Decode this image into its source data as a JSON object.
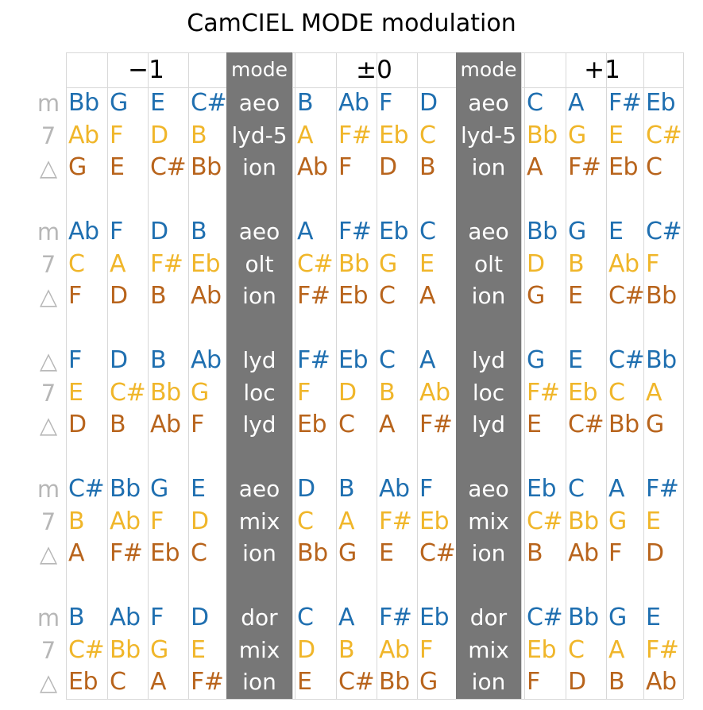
{
  "title": "CamCIEL MODE modulation",
  "headers": {
    "minus": "−1",
    "zero": "±0",
    "plus": "+1",
    "mode": "mode"
  },
  "colors": {
    "m": "#1f6fb0",
    "seven": "#f0b62a",
    "tri": "#b8641c",
    "label": "#b7b7b7",
    "band": "#777777"
  },
  "row_types": [
    "m",
    "seven",
    "tri"
  ],
  "blocks": [
    {
      "labels": [
        "m",
        "7",
        "△"
      ],
      "rows": [
        {
          "minus": [
            "Bb",
            "G",
            "E",
            "C#"
          ],
          "mode1": "aeo",
          "zero": [
            "B",
            "Ab",
            "F",
            "D"
          ],
          "mode2": "aeo",
          "plus": [
            "C",
            "A",
            "F#",
            "Eb"
          ]
        },
        {
          "minus": [
            "Ab",
            "F",
            "D",
            "B"
          ],
          "mode1": "lyd-5",
          "zero": [
            "A",
            "F#",
            "Eb",
            "C"
          ],
          "mode2": "lyd-5",
          "plus": [
            "Bb",
            "G",
            "E",
            "C#"
          ]
        },
        {
          "minus": [
            "G",
            "E",
            "C#",
            "Bb"
          ],
          "mode1": "ion",
          "zero": [
            "Ab",
            "F",
            "D",
            "B"
          ],
          "mode2": "ion",
          "plus": [
            "A",
            "F#",
            "Eb",
            "C"
          ]
        }
      ]
    },
    {
      "labels": [
        "m",
        "7",
        "△"
      ],
      "rows": [
        {
          "minus": [
            "Ab",
            "F",
            "D",
            "B"
          ],
          "mode1": "aeo",
          "zero": [
            "A",
            "F#",
            "Eb",
            "C"
          ],
          "mode2": "aeo",
          "plus": [
            "Bb",
            "G",
            "E",
            "C#"
          ]
        },
        {
          "minus": [
            "C",
            "A",
            "F#",
            "Eb"
          ],
          "mode1": "olt",
          "zero": [
            "C#",
            "Bb",
            "G",
            "E"
          ],
          "mode2": "olt",
          "plus": [
            "D",
            "B",
            "Ab",
            "F"
          ]
        },
        {
          "minus": [
            "F",
            "D",
            "B",
            "Ab"
          ],
          "mode1": "ion",
          "zero": [
            "F#",
            "Eb",
            "C",
            "A"
          ],
          "mode2": "ion",
          "plus": [
            "G",
            "E",
            "C#",
            "Bb"
          ]
        }
      ]
    },
    {
      "labels": [
        "△",
        "7",
        "△"
      ],
      "rows": [
        {
          "minus": [
            "F",
            "D",
            "B",
            "Ab"
          ],
          "mode1": "lyd",
          "zero": [
            "F#",
            "Eb",
            "C",
            "A"
          ],
          "mode2": "lyd",
          "plus": [
            "G",
            "E",
            "C#",
            "Bb"
          ]
        },
        {
          "minus": [
            "E",
            "C#",
            "Bb",
            "G"
          ],
          "mode1": "loc",
          "zero": [
            "F",
            "D",
            "B",
            "Ab"
          ],
          "mode2": "loc",
          "plus": [
            "F#",
            "Eb",
            "C",
            "A"
          ]
        },
        {
          "minus": [
            "D",
            "B",
            "Ab",
            "F"
          ],
          "mode1": "lyd",
          "zero": [
            "Eb",
            "C",
            "A",
            "F#"
          ],
          "mode2": "lyd",
          "plus": [
            "E",
            "C#",
            "Bb",
            "G"
          ]
        }
      ]
    },
    {
      "labels": [
        "m",
        "7",
        "△"
      ],
      "rows": [
        {
          "minus": [
            "C#",
            "Bb",
            "G",
            "E"
          ],
          "mode1": "aeo",
          "zero": [
            "D",
            "B",
            "Ab",
            "F"
          ],
          "mode2": "aeo",
          "plus": [
            "Eb",
            "C",
            "A",
            "F#"
          ]
        },
        {
          "minus": [
            "B",
            "Ab",
            "F",
            "D"
          ],
          "mode1": "mix",
          "zero": [
            "C",
            "A",
            "F#",
            "Eb"
          ],
          "mode2": "mix",
          "plus": [
            "C#",
            "Bb",
            "G",
            "E"
          ]
        },
        {
          "minus": [
            "A",
            "F#",
            "Eb",
            "C"
          ],
          "mode1": "ion",
          "zero": [
            "Bb",
            "G",
            "E",
            "C#"
          ],
          "mode2": "ion",
          "plus": [
            "B",
            "Ab",
            "F",
            "D"
          ]
        }
      ]
    },
    {
      "labels": [
        "m",
        "7",
        "△"
      ],
      "rows": [
        {
          "minus": [
            "B",
            "Ab",
            "F",
            "D"
          ],
          "mode1": "dor",
          "zero": [
            "C",
            "A",
            "F#",
            "Eb"
          ],
          "mode2": "dor",
          "plus": [
            "C#",
            "Bb",
            "G",
            "E"
          ]
        },
        {
          "minus": [
            "C#",
            "Bb",
            "G",
            "E"
          ],
          "mode1": "mix",
          "zero": [
            "D",
            "B",
            "Ab",
            "F"
          ],
          "mode2": "mix",
          "plus": [
            "Eb",
            "C",
            "A",
            "F#"
          ]
        },
        {
          "minus": [
            "Eb",
            "C",
            "A",
            "F#"
          ],
          "mode1": "ion",
          "zero": [
            "E",
            "C#",
            "Bb",
            "G"
          ],
          "mode2": "ion",
          "plus": [
            "F",
            "D",
            "B",
            "Ab"
          ]
        }
      ]
    }
  ]
}
